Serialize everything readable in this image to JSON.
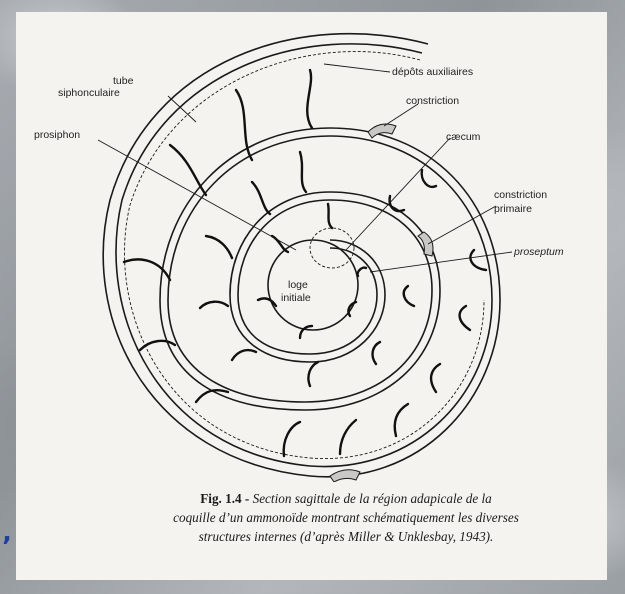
{
  "figure": {
    "labels": {
      "tube": "tube",
      "siphonculaire": "siphonculaire",
      "depots": "dépôts auxiliaires",
      "constriction": "constriction",
      "prosiphon": "prosiphon",
      "caecum": "cæcum",
      "constriction_primaire_1": "constriction",
      "constriction_primaire_2": "primaire",
      "proseptum": "proseptum",
      "loge_1": "loge",
      "loge_2": "initiale"
    },
    "caption": {
      "number": "Fig. 1.4 -",
      "line1": "Section sagittale de la région adapicale de la",
      "line2": "coquille d’un ammonoïde montrant schématiquement les diverses",
      "line3": "structures internes (d’après Miller & Unklesbay, 1943)."
    }
  },
  "slide_mark": "’",
  "colors": {
    "panel": "#f4f3ef",
    "ink": "#1a1a1a",
    "mark": "#1f3f9a"
  }
}
